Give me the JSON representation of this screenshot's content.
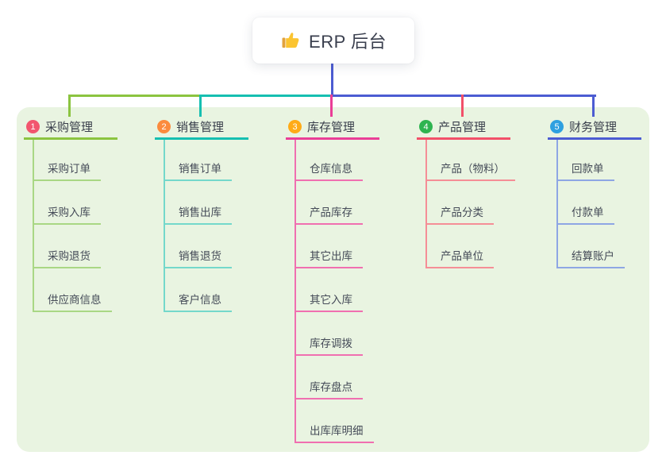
{
  "root": {
    "title": "ERP 后台",
    "icon": "thumbs-up-icon"
  },
  "canvas": {
    "page_background": "#ffffff",
    "panel_background": "#e9f4e1"
  },
  "connectors": {
    "root_color": "#4c5cd2"
  },
  "branches": [
    {
      "num": "1",
      "label": "采购管理",
      "badge_color": "#f2566e",
      "line_color": "#8bc440",
      "child_line_color": "#a9d784",
      "items": [
        "采购订单",
        "采购入库",
        "采购退货",
        "供应商信息"
      ]
    },
    {
      "num": "2",
      "label": "销售管理",
      "badge_color": "#fb8b3d",
      "line_color": "#16bfb1",
      "child_line_color": "#74d8cb",
      "items": [
        "销售订单",
        "销售出库",
        "销售退货",
        "客户信息"
      ]
    },
    {
      "num": "3",
      "label": "库存管理",
      "badge_color": "#ffab17",
      "line_color": "#ea3e97",
      "child_line_color": "#f06fb0",
      "items": [
        "仓库信息",
        "产品库存",
        "其它出库",
        "其它入库",
        "库存调拨",
        "库存盘点",
        "出库库明细"
      ]
    },
    {
      "num": "4",
      "label": "产品管理",
      "badge_color": "#2eb450",
      "line_color": "#f25069",
      "child_line_color": "#f58e96",
      "items": [
        "产品（物料）",
        "产品分类",
        "产品单位"
      ]
    },
    {
      "num": "5",
      "label": "财务管理",
      "badge_color": "#2ea0e0",
      "line_color": "#4c5cd2",
      "child_line_color": "#8ea6e4",
      "items": [
        "回款单",
        "付款单",
        "结算账户"
      ]
    }
  ]
}
